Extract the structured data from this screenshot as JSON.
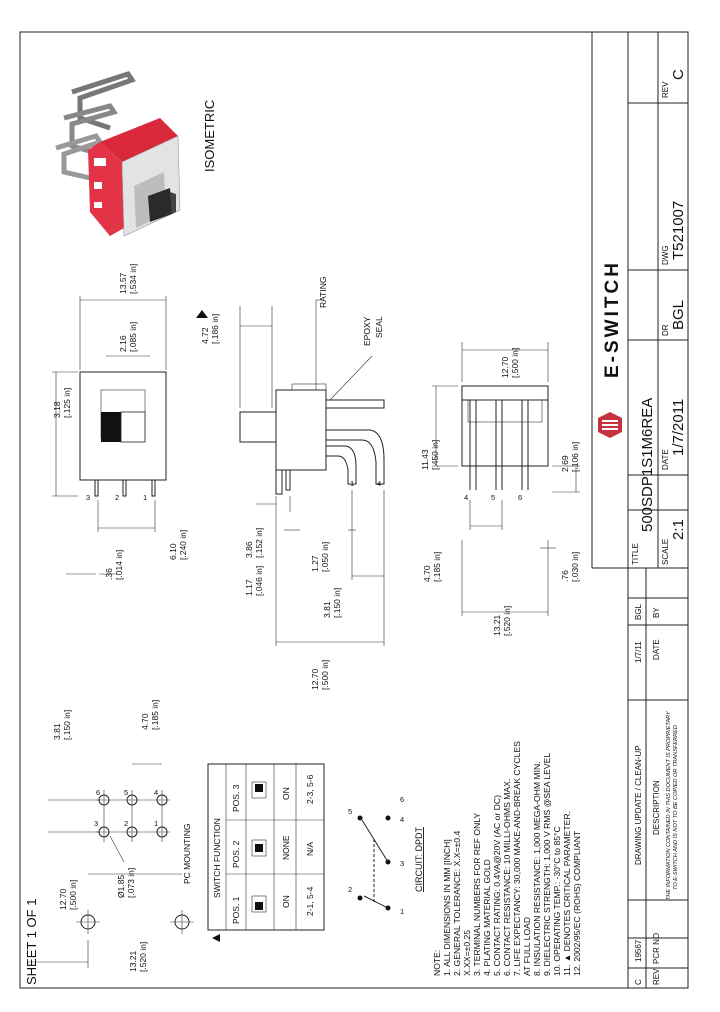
{
  "title_block": {
    "sheet": "SHEET 1 OF 1",
    "rev_header": "REV",
    "rev_value": "C",
    "dwg_header": "DWG",
    "dwg_value": "T521007",
    "dr_header": "DR",
    "dr_value": "BGL",
    "date_header": "DATE",
    "date_value": "1/7/2011",
    "scale_header": "SCALE",
    "scale_value": "2:1",
    "title_header": "TITLE",
    "title_value": "500SDP1S1M6REA",
    "brand": "E-SWITCH",
    "revision_table": {
      "headers": [
        "REV",
        "PCR NO",
        "DESCRIPTION",
        "DATE",
        "BY"
      ],
      "row": [
        "C",
        "19567",
        "DRAWING UPDATE / CLEAN-UP",
        "1/7/11",
        "BGL"
      ]
    },
    "proprietary": [
      "THE INFORMATION CONTAINED IN THIS DOCUMENT IS PROPRIETARY",
      "TO E-SWITCH AND IS NOT TO BE COPIED OR TRANSFERRED"
    ]
  },
  "views": {
    "isometric_label": "ISOMETRIC",
    "pc_mounting_label": "PC MOUNTING",
    "rating_label": "RATING",
    "epoxy_label": "EPOXY",
    "seal_label": "SEAL",
    "circuit_label": "CIRCUIT: DPDT"
  },
  "dimensions": {
    "d1357": "13.57",
    "d1357_in": "[.534 in]",
    "d216": "2.16",
    "d216_in": "[.085 in]",
    "d318": "3.18",
    "d318_in": "[.125 in]",
    "d610": "6.10",
    "d610_in": "[.240 in]",
    "d36": ".36",
    "d36_in": "[.014 in]",
    "d472": "4.72",
    "d472_in": "[.186 in]",
    "d386": "3.86",
    "d386_in": "[.152 in]",
    "d117": "1.17",
    "d117_in": "[.046 in]",
    "d127": "1.27",
    "d127_in": "[.050 in]",
    "d381": "3.81",
    "d381_in": "[.150 in]",
    "d1270": "12.70",
    "d1270_in": "[.500 in]",
    "d1143": "11.43",
    "d1143_in": "[.450 in]",
    "d269": "2.69",
    "d269_in": "[.106 in]",
    "d470": "4.70",
    "d470_in": "[.185 in]",
    "d1321": "13.21",
    "d1321_in": "[.520 in]",
    "d76": ".76",
    "d76_in": "[.030 in]",
    "pcb_381": "3.81",
    "pcb_381_in": "[.150 in]",
    "pcb_470": "4.70",
    "pcb_470_in": "[.185 in]",
    "pcb_1270": "12.70",
    "pcb_1270_in": "[.500 in]",
    "pcb_185": "Ø1.85",
    "pcb_185_in": "[.073 in]",
    "pcb_1321": "13.21",
    "pcb_1321_in": "[.520 in]"
  },
  "terminals": {
    "t1": "1",
    "t2": "2",
    "t3": "3",
    "t4": "4",
    "t5": "5",
    "t6": "6"
  },
  "switch_function": {
    "title": "SWITCH FUNCTION",
    "headers": [
      "POS. 1",
      "POS. 2",
      "POS. 3"
    ],
    "row1": [
      "ON",
      "NONE",
      "ON"
    ],
    "row2": [
      "2-1, 5-4",
      "N/A",
      "2-3, 5-6"
    ]
  },
  "notes": {
    "heading": "NOTE:",
    "lines": [
      "1.  ALL DIMENSIONS IN MM [INCH]",
      "2.  GENERAL TOLERANCE: X.X=±0.4",
      "                 X.XX=±0.25",
      "3.  TERMINAL NUMBERS FOR REF ONLY",
      "4.  PLATING MATERIAL GOLD",
      "5.  CONTACT RATING: 0.4VA@20V (AC or DC)",
      "6.  CONTACT RESISTANCE: 10 MILLI-OHMS MAX.",
      "7.  LIFE EXPECTANCY: 30,000 MAKE-AND-BREAK CYCLES",
      "     AT FULL LOAD",
      "8.  INSULATION RESISTANCE: 1,000 MEGA-OHM MIN.",
      "9.  DIELECTRIC STRENGTH: 1,000 V RMS @SEA LEVEL",
      "10. OPERATING TEMP.: -30°C to 85°C",
      "11. ▲ DENOTES CRITICAL PARAMETER.",
      "12. 2002/95/EC (ROHS) COMPLIANT"
    ]
  }
}
